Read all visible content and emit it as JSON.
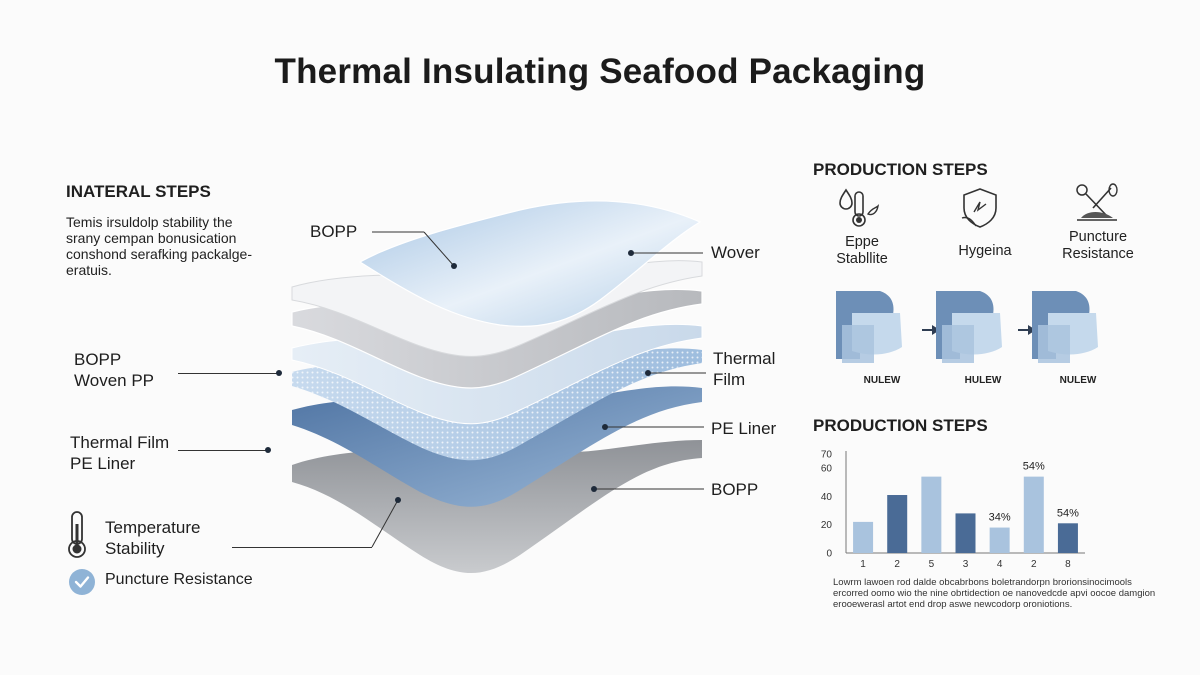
{
  "title": "Thermal Insulating Seafood Packaging",
  "left": {
    "heading": "INATERAL STEPS",
    "paragraph": [
      "Temis irsuldolp stability the",
      "srany cempan bonusication",
      "conshond serafking packalge-",
      "eratuis."
    ],
    "label_1": [
      "BOPP",
      "Woven PP"
    ],
    "label_2": [
      "Thermal Film",
      "PE Liner"
    ],
    "temp_label": [
      "Temperature",
      "Stability"
    ],
    "puncture_label": "Puncture Resistance"
  },
  "layers": {
    "top_left": "BOPP",
    "right_1": "Wover",
    "right_2": [
      "Thermal",
      "Film"
    ],
    "right_3": "PE Liner",
    "right_4": "BOPP"
  },
  "right": {
    "steps_heading": "PRODUCTION STEPS",
    "icons": [
      {
        "icon": "thermometer-drop-icon",
        "label": [
          "Eppe",
          "Stabllite"
        ]
      },
      {
        "icon": "shield-icon",
        "label": [
          "Hygeina"
        ]
      },
      {
        "icon": "puncture-tool-icon",
        "label": [
          "Puncture",
          "Resistance"
        ]
      }
    ],
    "process_captions": [
      "NULEW",
      "HULEW",
      "NULEW"
    ],
    "chart_heading": "PRODUCTION STEPS",
    "note": [
      "Lowrm lawoen rod dalde obcabrbons boletrandorpn brorionsinocimools",
      "ercorred oomo wio the nine obrtidection oe nanovedcde apvi oocoe damgion",
      "erooewerasl artot end drop aswe newcodorp oroniotions."
    ]
  },
  "colors": {
    "dark_blue": "#4a6b96",
    "light_blue": "#a9c3de"
  },
  "chart_data": {
    "type": "bar",
    "categories": [
      "1",
      "2",
      "5",
      "3",
      "4",
      "2",
      "8"
    ],
    "values": [
      22,
      41,
      54,
      28,
      18,
      54,
      21
    ],
    "bar_colors": [
      "light",
      "dark",
      "light",
      "dark",
      "light",
      "light",
      "dark"
    ],
    "data_labels": [
      "",
      "",
      "",
      "",
      "34%",
      "54%",
      "54%"
    ],
    "yticks": [
      0,
      20,
      40,
      60,
      70
    ],
    "ylim": [
      0,
      70
    ]
  }
}
